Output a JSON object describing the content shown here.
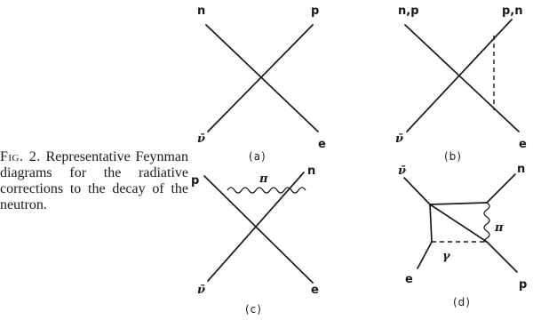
{
  "caption": {
    "figure_label": "Fig. 2.",
    "text": "Representative Feynman diagrams for the radiative corrections to the decay of the neutron."
  },
  "diagrams": {
    "a": {
      "sublabel": "(a)",
      "top_left": "n",
      "top_right": "p",
      "bottom_left": "ν̄",
      "bottom_right": "e"
    },
    "b": {
      "sublabel": "(b)",
      "top_left": "n,p",
      "top_right": "p,n",
      "bottom_left": "ν̄",
      "bottom_right": "e"
    },
    "c": {
      "sublabel": "(c)",
      "top_left": "p",
      "top_right": "n",
      "bottom_left": "ν̄",
      "bottom_right": "e",
      "loop_label": "π"
    },
    "d": {
      "sublabel": "(d)",
      "top_left": "ν̄",
      "top_right": "n",
      "bottom_left": "e",
      "bottom_right": "p",
      "pion_label": "π",
      "photon_label": "γ"
    }
  }
}
